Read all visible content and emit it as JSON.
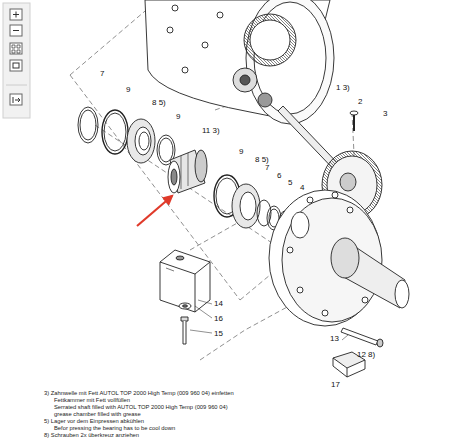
{
  "diagram": {
    "labels": [
      "7",
      "9",
      "8 5)",
      "9",
      "11 3)",
      "1 3)",
      "2",
      "3",
      "9",
      "8 5)",
      "7",
      "6",
      "5",
      "4",
      "14",
      "16",
      "15",
      "13",
      "12 8)",
      "17",
      "3) Zahnwelle mit Fett AUTOL TOP 2000 High Temp (009 960 04) einfetten",
      "Fettkammer mit Fett vollfüllen",
      "Serrated shaft filled with AUTOL TOP 2000 High Temp (009 960 04)",
      "grease chamber filled with grease",
      "5) Lager vor dem Einpressen abkühlen",
      "Befor pressing the bearing has to be cool down",
      "8) Schrauben 2x überkreuz anziehen"
    ]
  }
}
